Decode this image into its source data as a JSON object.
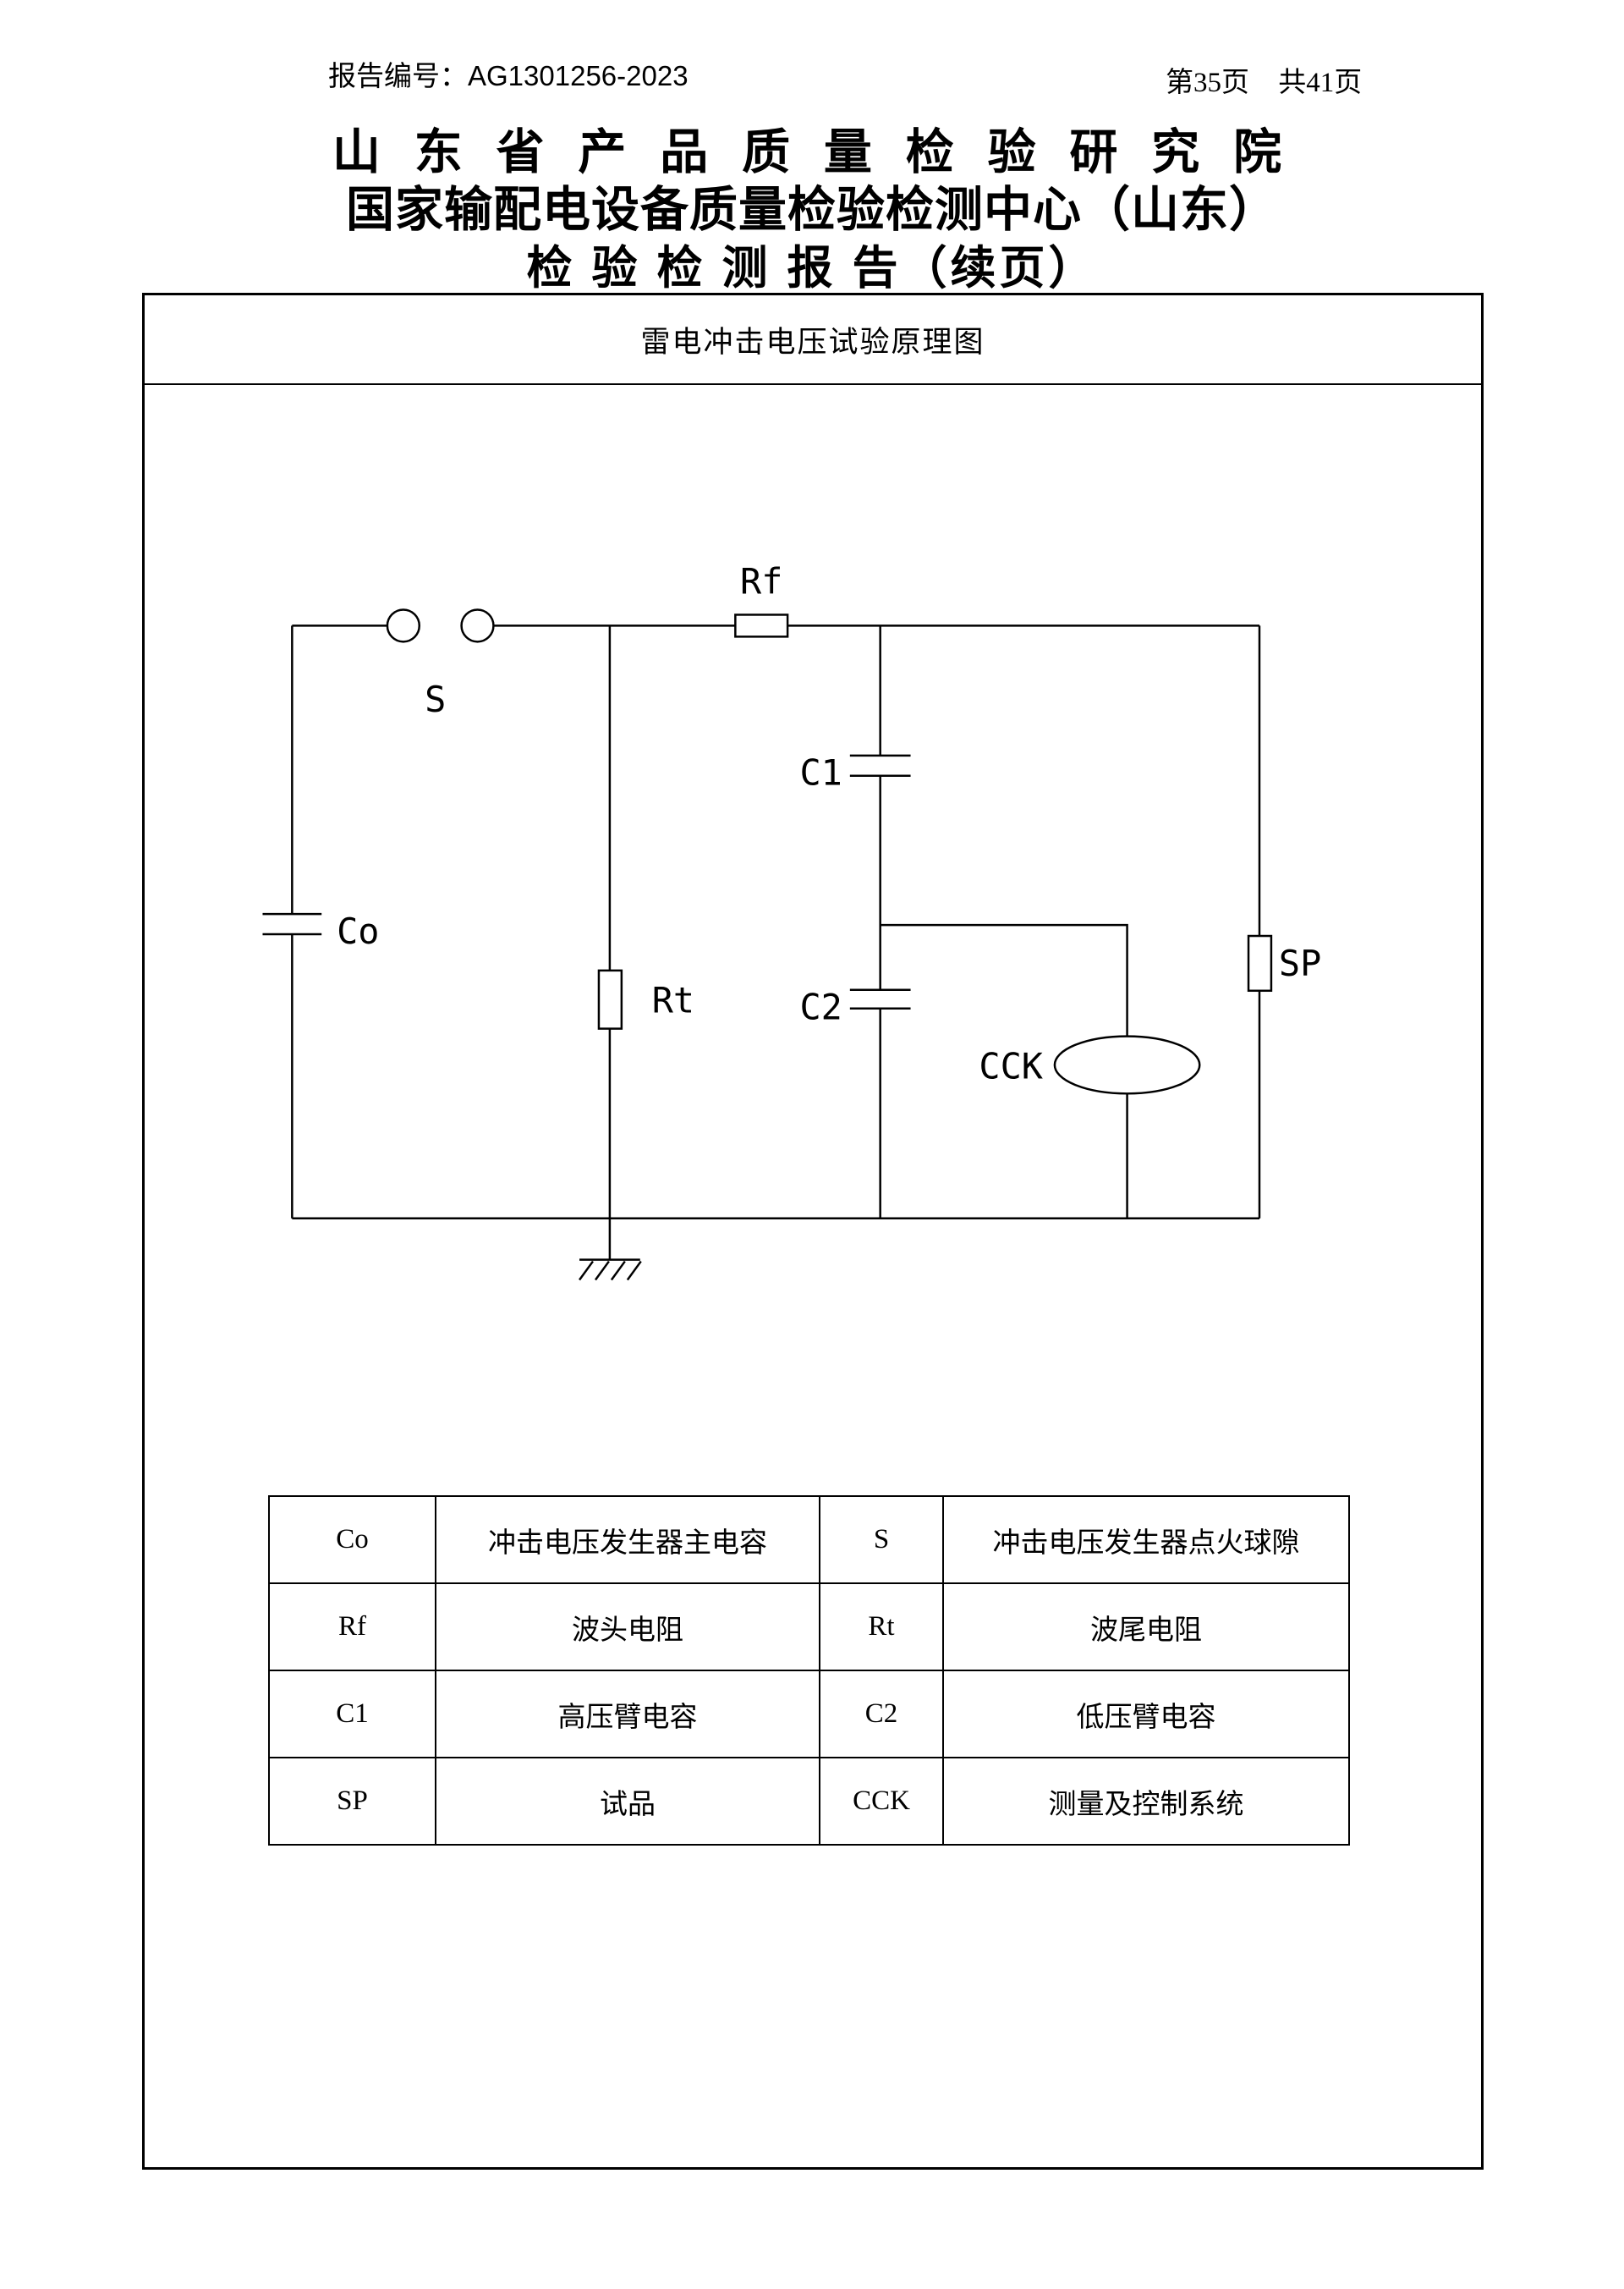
{
  "header": {
    "report_no_label": "报告编号：",
    "report_no_value": "AG1301256-2023",
    "page_current": "第35页",
    "page_total": "共41页"
  },
  "titles": {
    "line1": "山 东 省 产 品 质 量 检 验 研 究 院",
    "line2": "国家输配电设备质量检验检测中心（山东）",
    "line3": "检 验 检 测 报 告（续页）"
  },
  "diagram": {
    "title": "雷电冲击电压试验原理图",
    "labels": {
      "s": "S",
      "rf": "Rf",
      "co": "Co",
      "rt": "Rt",
      "c1": "C1",
      "c2": "C2",
      "cck": "CCK",
      "sp": "SP"
    }
  },
  "legend": {
    "rows": [
      [
        "Co",
        "冲击电压发生器主电容",
        "S",
        "冲击电压发生器点火球隙"
      ],
      [
        "Rf",
        "波头电阻",
        "Rt",
        "波尾电阻"
      ],
      [
        "C1",
        "高压臂电容",
        "C2",
        "低压臂电容"
      ],
      [
        "SP",
        "试品",
        "CCK",
        "测量及控制系统"
      ]
    ]
  }
}
